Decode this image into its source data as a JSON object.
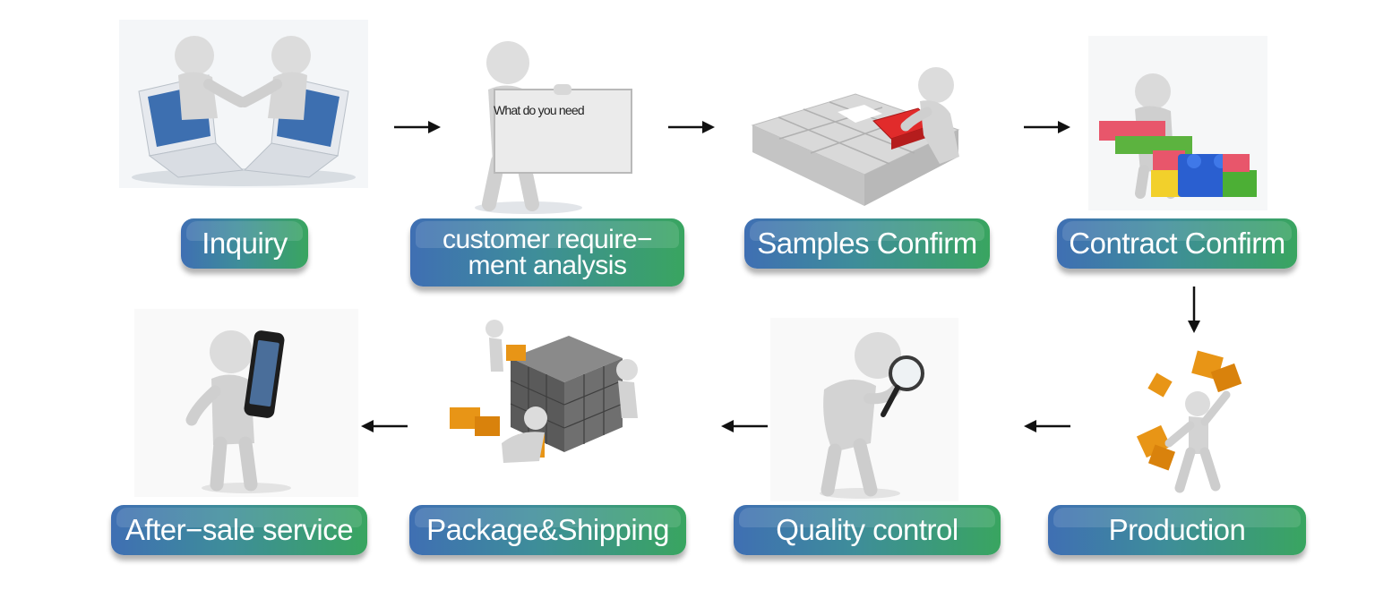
{
  "steps": {
    "inquiry": "Inquiry",
    "analysis_line1": "customer require−",
    "analysis_line2": "ment analysis",
    "samples": "Samples Confirm",
    "contract": "Contract Confirm",
    "production": "Production",
    "quality": "Quality control",
    "package": "Package&Shipping",
    "aftersale": "After−sale service"
  },
  "board_text": "What do you need",
  "icons": [
    "handshake-laptops-icon",
    "requirement-board-icon",
    "puzzle-samples-icon",
    "building-blocks-icon",
    "puzzle-production-icon",
    "magnifier-inspect-icon",
    "cube-packaging-icon",
    "phone-call-icon",
    "arrow-right-icon",
    "arrow-left-icon",
    "arrow-down-icon"
  ],
  "colors": {
    "pill_start": "#3f6fb3",
    "pill_end": "#39a560",
    "text": "#ffffff"
  }
}
